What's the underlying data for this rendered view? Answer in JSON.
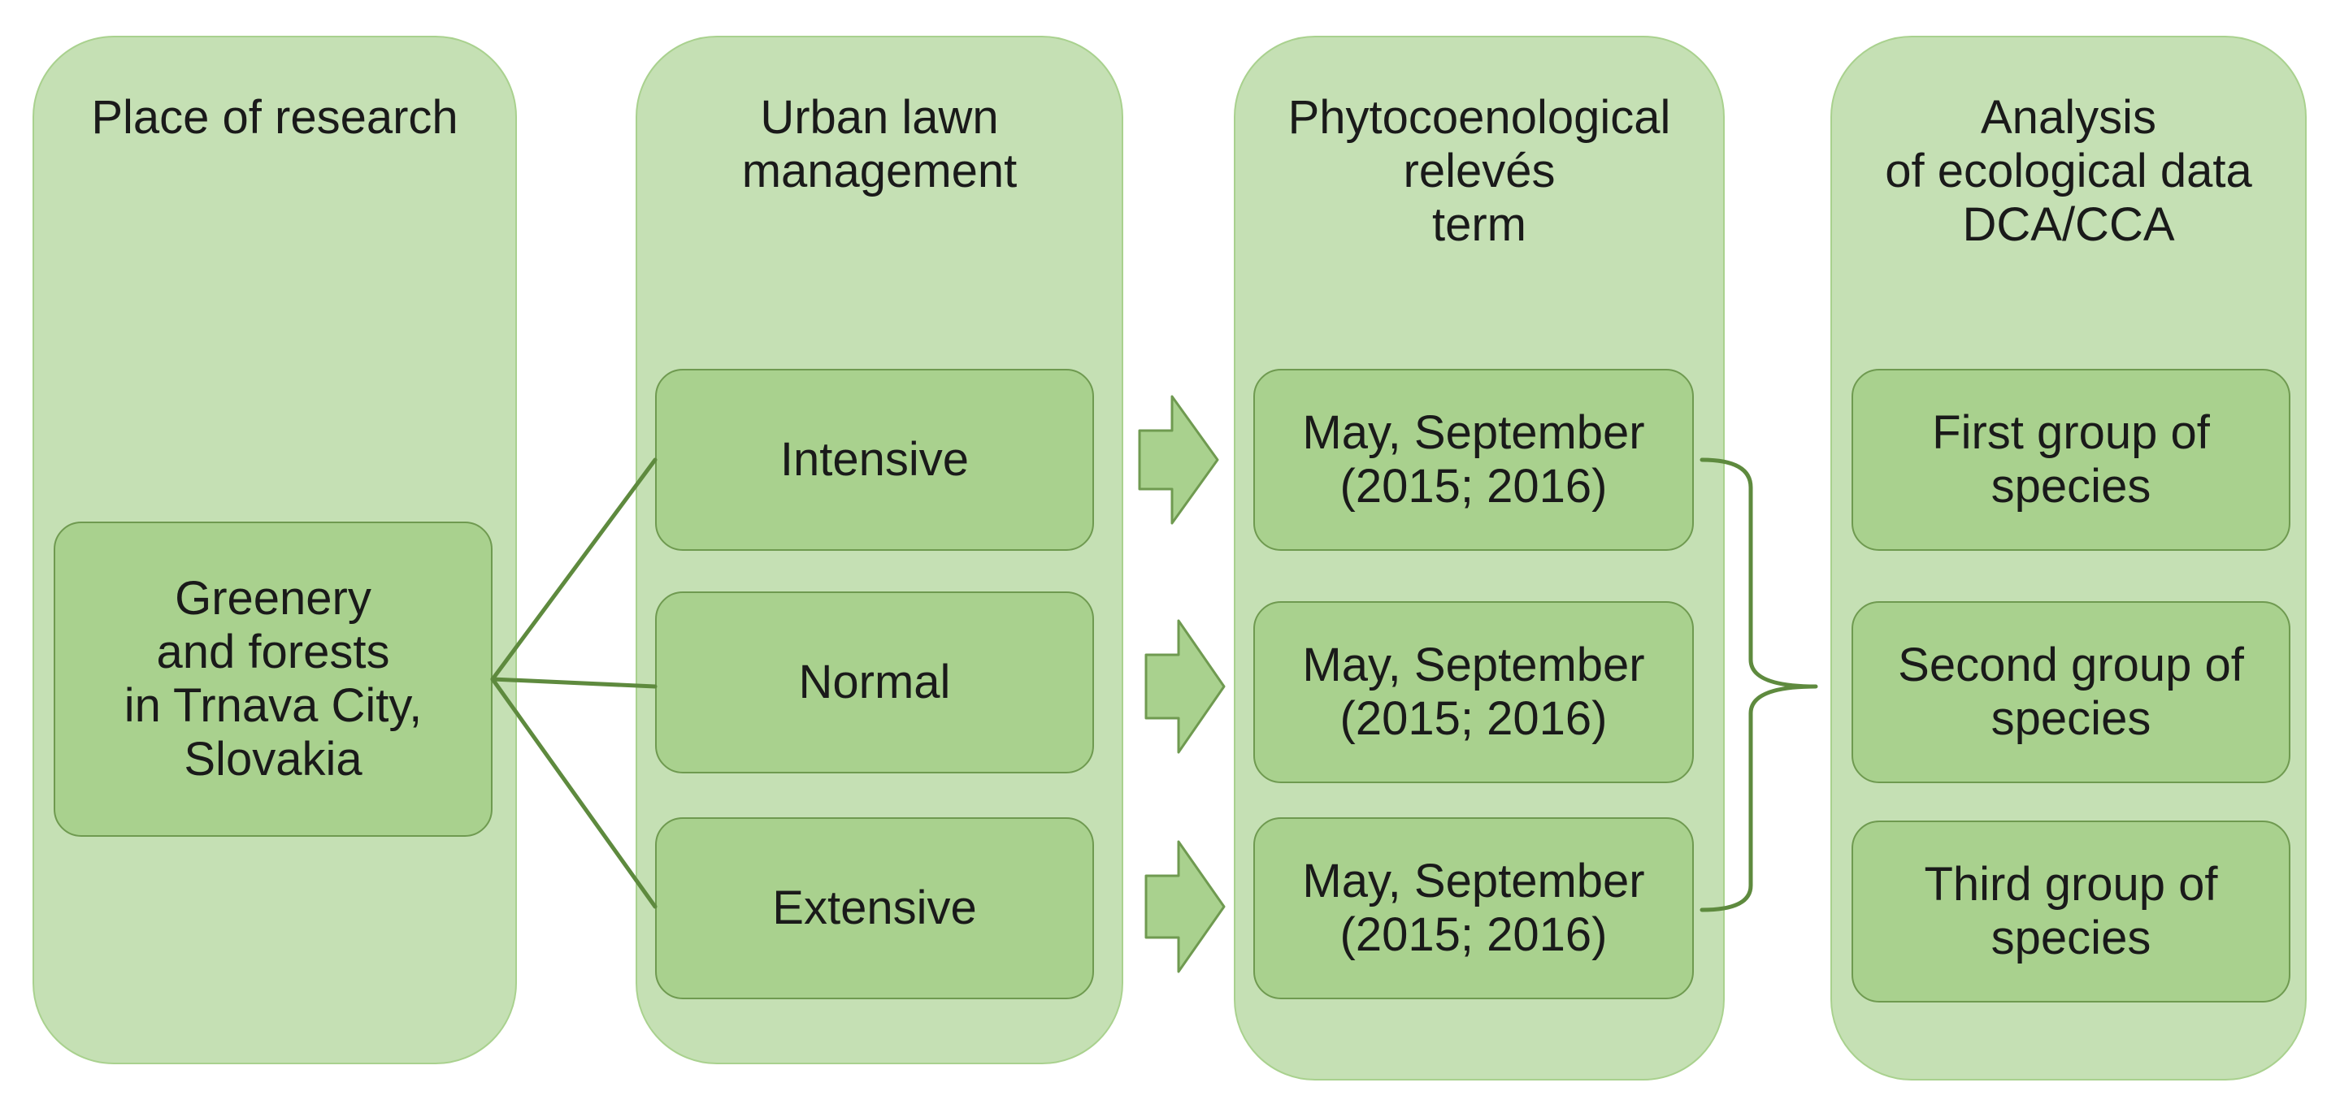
{
  "columns": [
    {
      "title": "Place of research"
    },
    {
      "title": "Urban lawn\nmanagement"
    },
    {
      "title": "Phytocoenological\nrelevés\n term"
    },
    {
      "title": "Analysis\nof ecological data\nDCA/CCA"
    }
  ],
  "place": {
    "label": "Greenery\nand forests\nin Trnava City,\nSlovakia"
  },
  "management": [
    {
      "label": "Intensive"
    },
    {
      "label": "Normal"
    },
    {
      "label": "Extensive"
    }
  ],
  "terms": [
    {
      "label": "May, September\n(2015; 2016)"
    },
    {
      "label": "May, September\n(2015; 2016)"
    },
    {
      "label": "May, September\n(2015; 2016)"
    }
  ],
  "groups": [
    {
      "label": "First group of\nspecies"
    },
    {
      "label": "Second group of\nspecies"
    },
    {
      "label": "Third group of\nspecies"
    }
  ],
  "colors": {
    "column_fill": "#c5e0b4",
    "box_fill": "#a9d18e",
    "box_border": "#6f9a50",
    "connector": "#5e8a3e",
    "arrow_fill": "#a9d18e"
  }
}
